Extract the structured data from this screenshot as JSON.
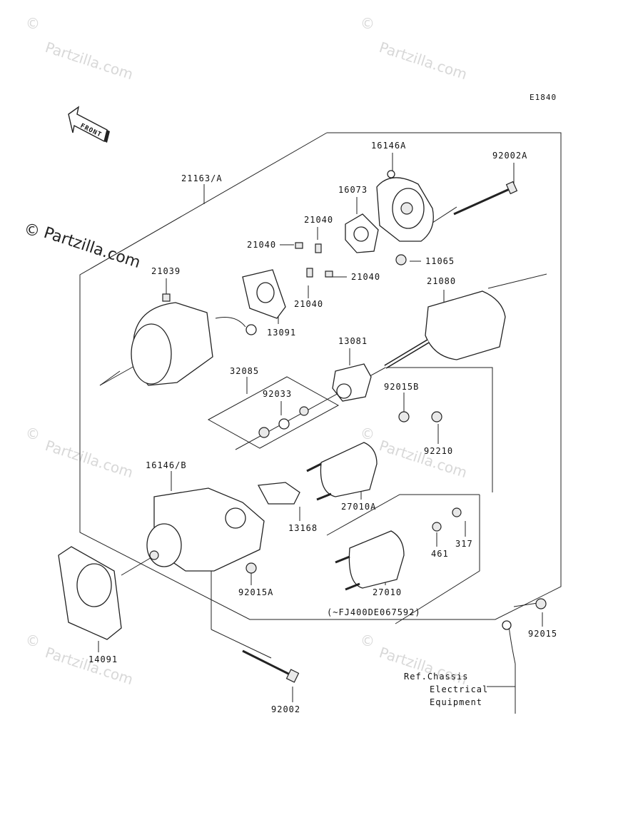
{
  "diagram_code": "E1840",
  "front_arrow_label": "FRONT",
  "watermark": {
    "text": "Partzilla.com",
    "symbol": "©"
  },
  "ref_note": {
    "line1": "Ref.Chassis",
    "line2": "Electrical",
    "line3": "Equipment"
  },
  "variant_note": "(~FJ400DE067592)",
  "callouts": {
    "p16146A": "16146A",
    "p92002A": "92002A",
    "p21163A": "21163/A",
    "p16073": "16073",
    "p21040a": "21040",
    "p21040b": "21040",
    "p21040c": "21040",
    "p21040d": "21040",
    "p11065": "11065",
    "p21039": "21039",
    "p21080": "21080",
    "p13091": "13091",
    "p13081": "13081",
    "p32085": "32085",
    "p92033": "92033",
    "p92015B": "92015B",
    "p92210": "92210",
    "p16146B": "16146/B",
    "p27010A": "27010A",
    "p13168": "13168",
    "p461": "461",
    "p317": "317",
    "p27010": "27010",
    "p92015A": "92015A",
    "p14091": "14091",
    "p92015": "92015",
    "p92002": "92002"
  }
}
